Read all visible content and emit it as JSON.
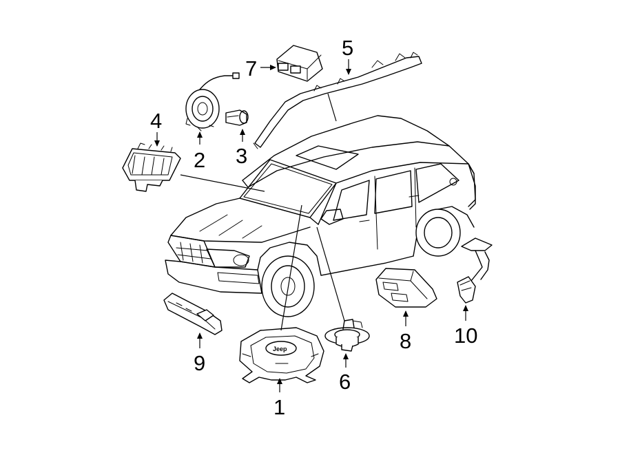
{
  "callouts": {
    "c1": "1",
    "c2": "2",
    "c3": "3",
    "c4": "4",
    "c5": "5",
    "c6": "6",
    "c7": "7",
    "c8": "8",
    "c9": "9",
    "c10": "10"
  },
  "logo": "Jeep"
}
